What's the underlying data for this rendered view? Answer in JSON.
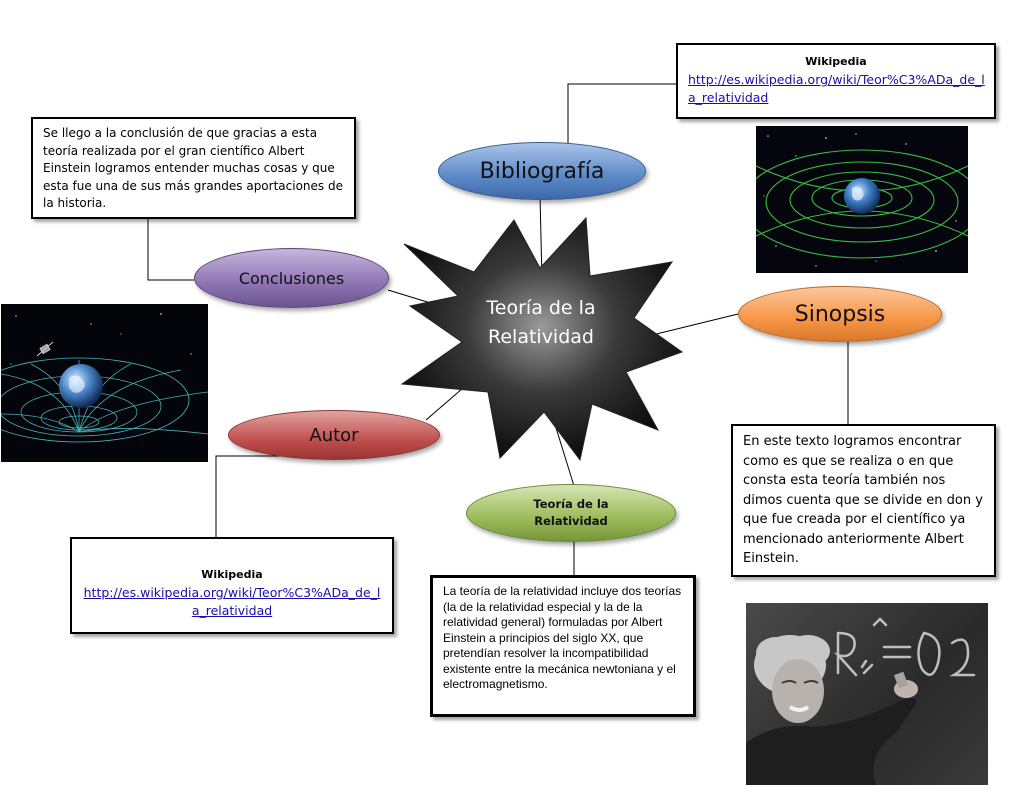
{
  "center": {
    "line1": "Teoría de la",
    "line2": "Relatividad"
  },
  "nodes": {
    "bibliografia": "Bibliografía",
    "conclusiones": "Conclusiones",
    "sinopsis": "Sinopsis",
    "autor": "Autor",
    "teoria_line1": "Teoría de la",
    "teoria_line2": "Relatividad"
  },
  "boxes": {
    "bibliografia_box": {
      "title": "Wikipedia",
      "link_line1": "http://es.wikipedia.org/wiki/Teor%C3%ADa_de_l",
      "link_line2": "a_relatividad"
    },
    "conclusiones_box": {
      "text": "Se llego a la conclusión de que gracias a esta teoría realizada por el gran científico Albert Einstein logramos entender muchas cosas y que esta fue una de sus más grandes aportaciones de la historia."
    },
    "sinopsis_box": {
      "text": "En este texto logramos encontrar como es que se realiza o en que consta esta teoría también nos dimos cuenta que se divide en don y que fue creada por el científico ya mencionado anteriormente Albert Einstein."
    },
    "autor_box": {
      "title": "Wikipedia",
      "link_line1": "http://es.wikipedia.org/wiki/Teor%C3%ADa_de_l",
      "link_line2": "a_relatividad"
    },
    "teoria_box": {
      "text": "La teoría de la relatividad incluye dos teorías (la de la relatividad especial y la de la relatividad general) formuladas por Albert Einstein a principios del siglo XX, que pretendían resolver la incompatibilidad existente entre la mecánica newtoniana y el electromagnetismo."
    }
  },
  "colors": {
    "bibliografia": "#4f81bd",
    "conclusiones": "#8064a2",
    "sinopsis": "#f79646",
    "autor": "#c0504d",
    "teoria": "#9bbb59",
    "center": "#1a1a1a"
  },
  "images": {
    "earth_orbit": "earth-orbit-image",
    "spacetime_grid": "spacetime-curvature-image",
    "einstein": "einstein-chalkboard-image"
  }
}
